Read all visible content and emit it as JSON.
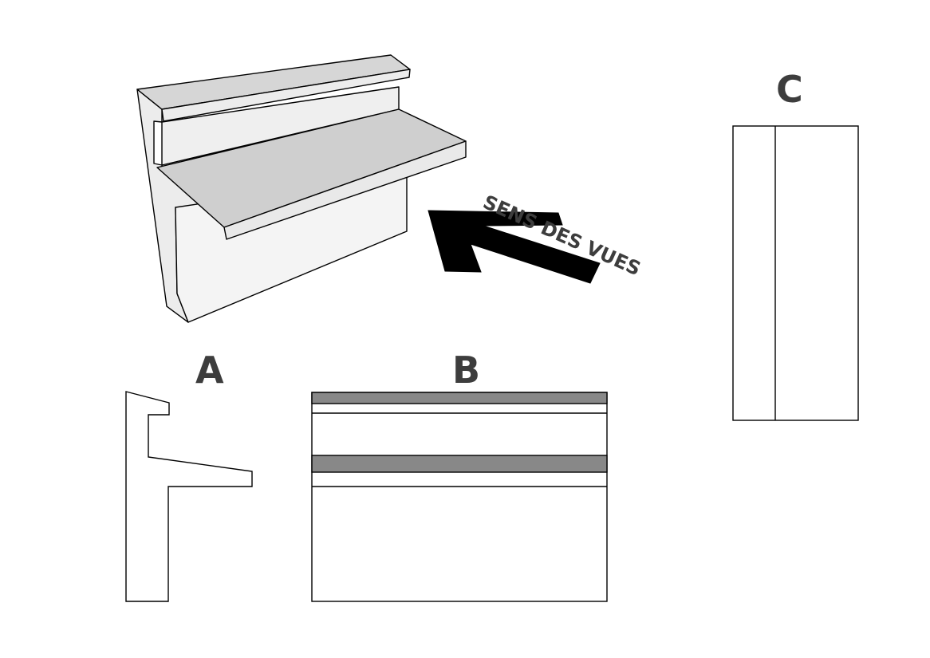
{
  "views": {
    "a": "A",
    "b": "B",
    "c": "C"
  },
  "direction_label": "SENS DES VUES",
  "colors": {
    "stroke": "#000000",
    "face_top": "#d3d3d3",
    "face_light": "#ececec",
    "face_front": "#f4f4f4",
    "section_fill": "#888888",
    "label_text": "#3d3d3d",
    "arrow": "#000000"
  }
}
